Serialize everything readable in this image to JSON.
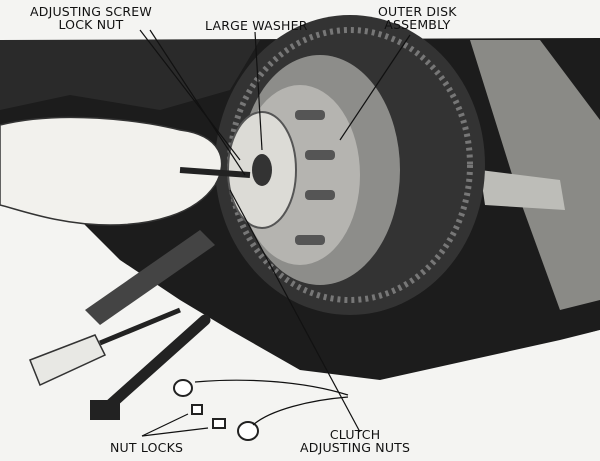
{
  "figure": {
    "labels": {
      "adjusting_screw_lock_nut": [
        "ADJUSTING SCREW",
        "LOCK NUT"
      ],
      "large_washer": "LARGE WASHER",
      "outer_disk_assembly": [
        "OUTER DISK",
        "ASSEMBLY"
      ],
      "clutch_adjusting_nuts": [
        "CLUTCH",
        "ADJUSTING NUTS"
      ],
      "nut_locks": "NUT LOCKS"
    }
  }
}
